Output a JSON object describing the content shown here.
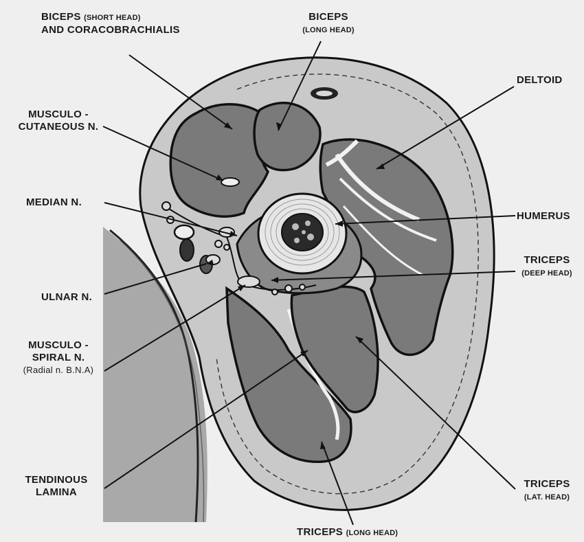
{
  "labels": {
    "biceps_short": {
      "line1": "BICEPS",
      "line1_small": "(SHORT HEAD)",
      "line2": "AND CORACOBRACHIALIS"
    },
    "biceps_long": {
      "line1": "BICEPS",
      "line2": "(LONG HEAD)"
    },
    "deltoid": "DELTOID",
    "musculocutaneous": {
      "line1": "MUSCULO -",
      "line2": "CUTANEOUS N."
    },
    "median": "MEDIAN N.",
    "humerus": "HUMERUS",
    "triceps_deep": {
      "line1": "TRICEPS",
      "line2": "(DEEP HEAD)"
    },
    "ulnar": "ULNAR N.",
    "musculospiral": {
      "line1": "MUSCULO -",
      "line2": "SPIRAL N.",
      "line3": "(Radial n. B.N.A)"
    },
    "tendinous": {
      "line1": "TENDINOUS",
      "line2": "LAMINA"
    },
    "triceps_lat": {
      "line1": "TRICEPS",
      "line2": "(LAT. HEAD)"
    },
    "triceps_long": {
      "line1": "TRICEPS",
      "line2": "(LONG HEAD)"
    }
  },
  "colors": {
    "background": "#efefef",
    "subcutaneous": "#c9c9c9",
    "muscle": "#7a7a7a",
    "outline": "#111111",
    "bone": "#e6e6e6"
  }
}
